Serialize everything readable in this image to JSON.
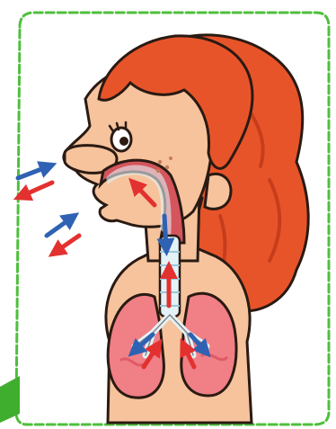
{
  "illustration": {
    "subject": "respiratory-system-girl",
    "icons": [
      "inhale-arrow",
      "exhale-arrow"
    ],
    "colors": {
      "frame": "#4fbf3d",
      "frame_tab": "#3fae2e",
      "hair": "#e8542a",
      "hair_shade": "#c63d1c",
      "skin": "#f6c39d",
      "skin_outline": "#2a1a12",
      "lungs": "#f07f86",
      "lungs_shade": "#e05a66",
      "airway": "#e3f2f7",
      "mouth": "#d4555c",
      "oxygen_arrow": "#2f62b3",
      "co2_arrow": "#e3312f"
    }
  }
}
